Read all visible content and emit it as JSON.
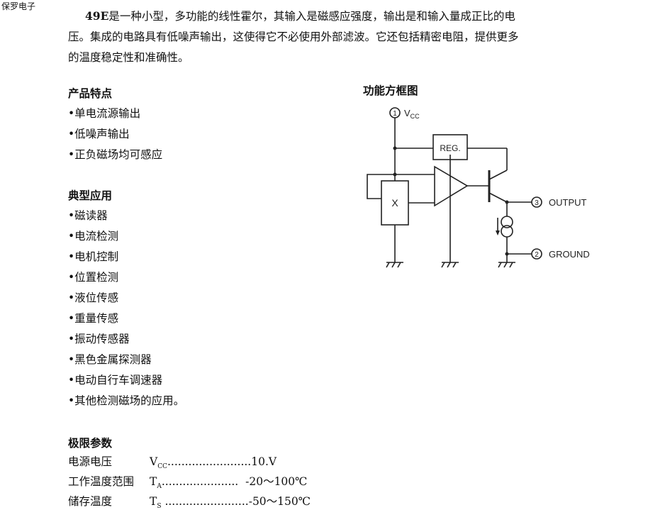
{
  "header": {
    "logo_text": "保罗电子"
  },
  "intro": {
    "model": "49E",
    "text": "是一种小型，多功能的线性霍尔，其输入是磁感应强度，输出是和输入量成正比的电压。集成的电路具有低噪声输出，这使得它不必使用外部滤波。它还包括精密电阻，提供更多的温度稳定性和准确性。"
  },
  "features": {
    "title": "产品特点",
    "items": [
      "•单电流源输出",
      "•低噪声输出",
      "•正负磁场均可感应"
    ]
  },
  "applications": {
    "title": "典型应用",
    "items": [
      "•磁读器",
      "•电流检测",
      "•电机控制",
      "•位置检测",
      "•液位传感",
      "•重量传感",
      "•振动传感器",
      "•黑色金属探测器",
      "•电动自行车调速器",
      "•其他检测磁场的应用。"
    ]
  },
  "limits": {
    "title": "极限参数",
    "rows": [
      {
        "name": "电源电压",
        "sym": "V",
        "sub": "CC",
        "dots": "........................",
        "value": "10.V"
      },
      {
        "name": "工作温度范围",
        "sym": "T",
        "sub": "A",
        "dots": "......................",
        "value": "  -20～100℃"
      },
      {
        "name": "储存温度",
        "sym": "T",
        "sub": "S",
        "dots": " ........................",
        "value": "-50～150℃"
      }
    ]
  },
  "diagram": {
    "title": "功能方框图",
    "pin1_num": "1",
    "pin1_label": "V",
    "pin1_sub": "CC",
    "reg_label": "REG.",
    "hall_label": "X",
    "pin3_num": "3",
    "pin3_label": "OUTPUT",
    "pin2_num": "2",
    "pin2_label": "GROUND"
  }
}
